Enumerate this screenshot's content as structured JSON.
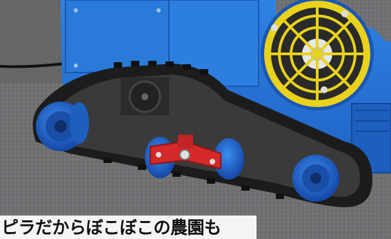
{
  "caption": {
    "text": "ピラだからぼこぼこの農園も"
  },
  "colors": {
    "machine_blue": "#2a78d8",
    "machine_blue_dark": "#1a4fa8",
    "track_black": "#1c1c1c",
    "fan_yellow": "#e8d21c",
    "bracket_red": "#d42a2a",
    "asphalt": "#6e6f70"
  },
  "icons": [
    "crawler-track",
    "yellow-fan-guard",
    "red-bogie-bracket",
    "blue-road-wheel"
  ]
}
